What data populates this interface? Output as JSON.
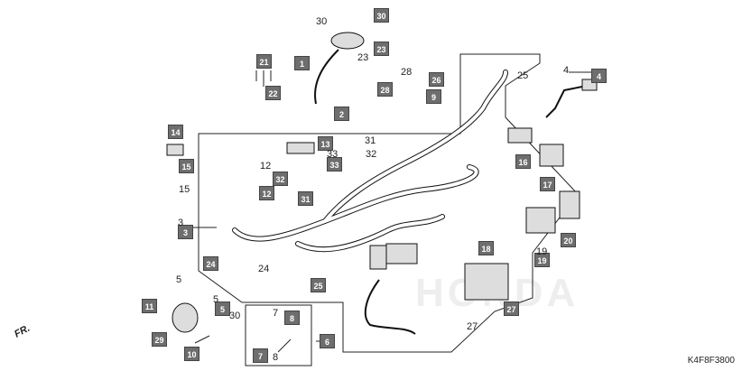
{
  "watermark": "HONDA",
  "diagram_code": "K4F8F3800",
  "direction_label": "FR.",
  "boxed_callouts": [
    {
      "id": "c30a",
      "text": "30"
    },
    {
      "id": "c23",
      "text": "23"
    },
    {
      "id": "c1",
      "text": "1"
    },
    {
      "id": "c2",
      "text": "2"
    },
    {
      "id": "c21",
      "text": "21"
    },
    {
      "id": "c22",
      "text": "22"
    },
    {
      "id": "c14",
      "text": "14"
    },
    {
      "id": "c15",
      "text": "15"
    },
    {
      "id": "c3",
      "text": "3"
    },
    {
      "id": "c24",
      "text": "24"
    },
    {
      "id": "c11",
      "text": "11"
    },
    {
      "id": "c29",
      "text": "29"
    },
    {
      "id": "c10",
      "text": "10"
    },
    {
      "id": "c5",
      "text": "5"
    },
    {
      "id": "c13",
      "text": "13"
    },
    {
      "id": "c33",
      "text": "33"
    },
    {
      "id": "c32",
      "text": "32"
    },
    {
      "id": "c12",
      "text": "12"
    },
    {
      "id": "c31",
      "text": "31"
    },
    {
      "id": "c25",
      "text": "25"
    },
    {
      "id": "c28",
      "text": "28"
    },
    {
      "id": "c26",
      "text": "26"
    },
    {
      "id": "c9",
      "text": "9"
    },
    {
      "id": "c4",
      "text": "4"
    },
    {
      "id": "c16",
      "text": "16"
    },
    {
      "id": "c17",
      "text": "17"
    },
    {
      "id": "c20",
      "text": "20"
    },
    {
      "id": "c19",
      "text": "19"
    },
    {
      "id": "c18",
      "text": "18"
    },
    {
      "id": "c27",
      "text": "27"
    },
    {
      "id": "c8",
      "text": "8"
    },
    {
      "id": "c6",
      "text": "6"
    },
    {
      "id": "c7",
      "text": "7"
    }
  ],
  "plain_labels": [
    {
      "id": "p30a",
      "text": "30"
    },
    {
      "id": "p23",
      "text": "23"
    },
    {
      "id": "p28",
      "text": "28"
    },
    {
      "id": "p25",
      "text": "25"
    },
    {
      "id": "p4",
      "text": "4"
    },
    {
      "id": "p31",
      "text": "31"
    },
    {
      "id": "p33",
      "text": "33"
    },
    {
      "id": "p32",
      "text": "32"
    },
    {
      "id": "p12",
      "text": "12"
    },
    {
      "id": "p15",
      "text": "15"
    },
    {
      "id": "p3",
      "text": "3"
    },
    {
      "id": "p19",
      "text": "19"
    },
    {
      "id": "p24",
      "text": "24"
    },
    {
      "id": "p5a",
      "text": "5"
    },
    {
      "id": "p5b",
      "text": "5"
    },
    {
      "id": "p30b",
      "text": "30"
    },
    {
      "id": "p7",
      "text": "7"
    },
    {
      "id": "p8",
      "text": "8"
    },
    {
      "id": "p27",
      "text": "27"
    }
  ]
}
